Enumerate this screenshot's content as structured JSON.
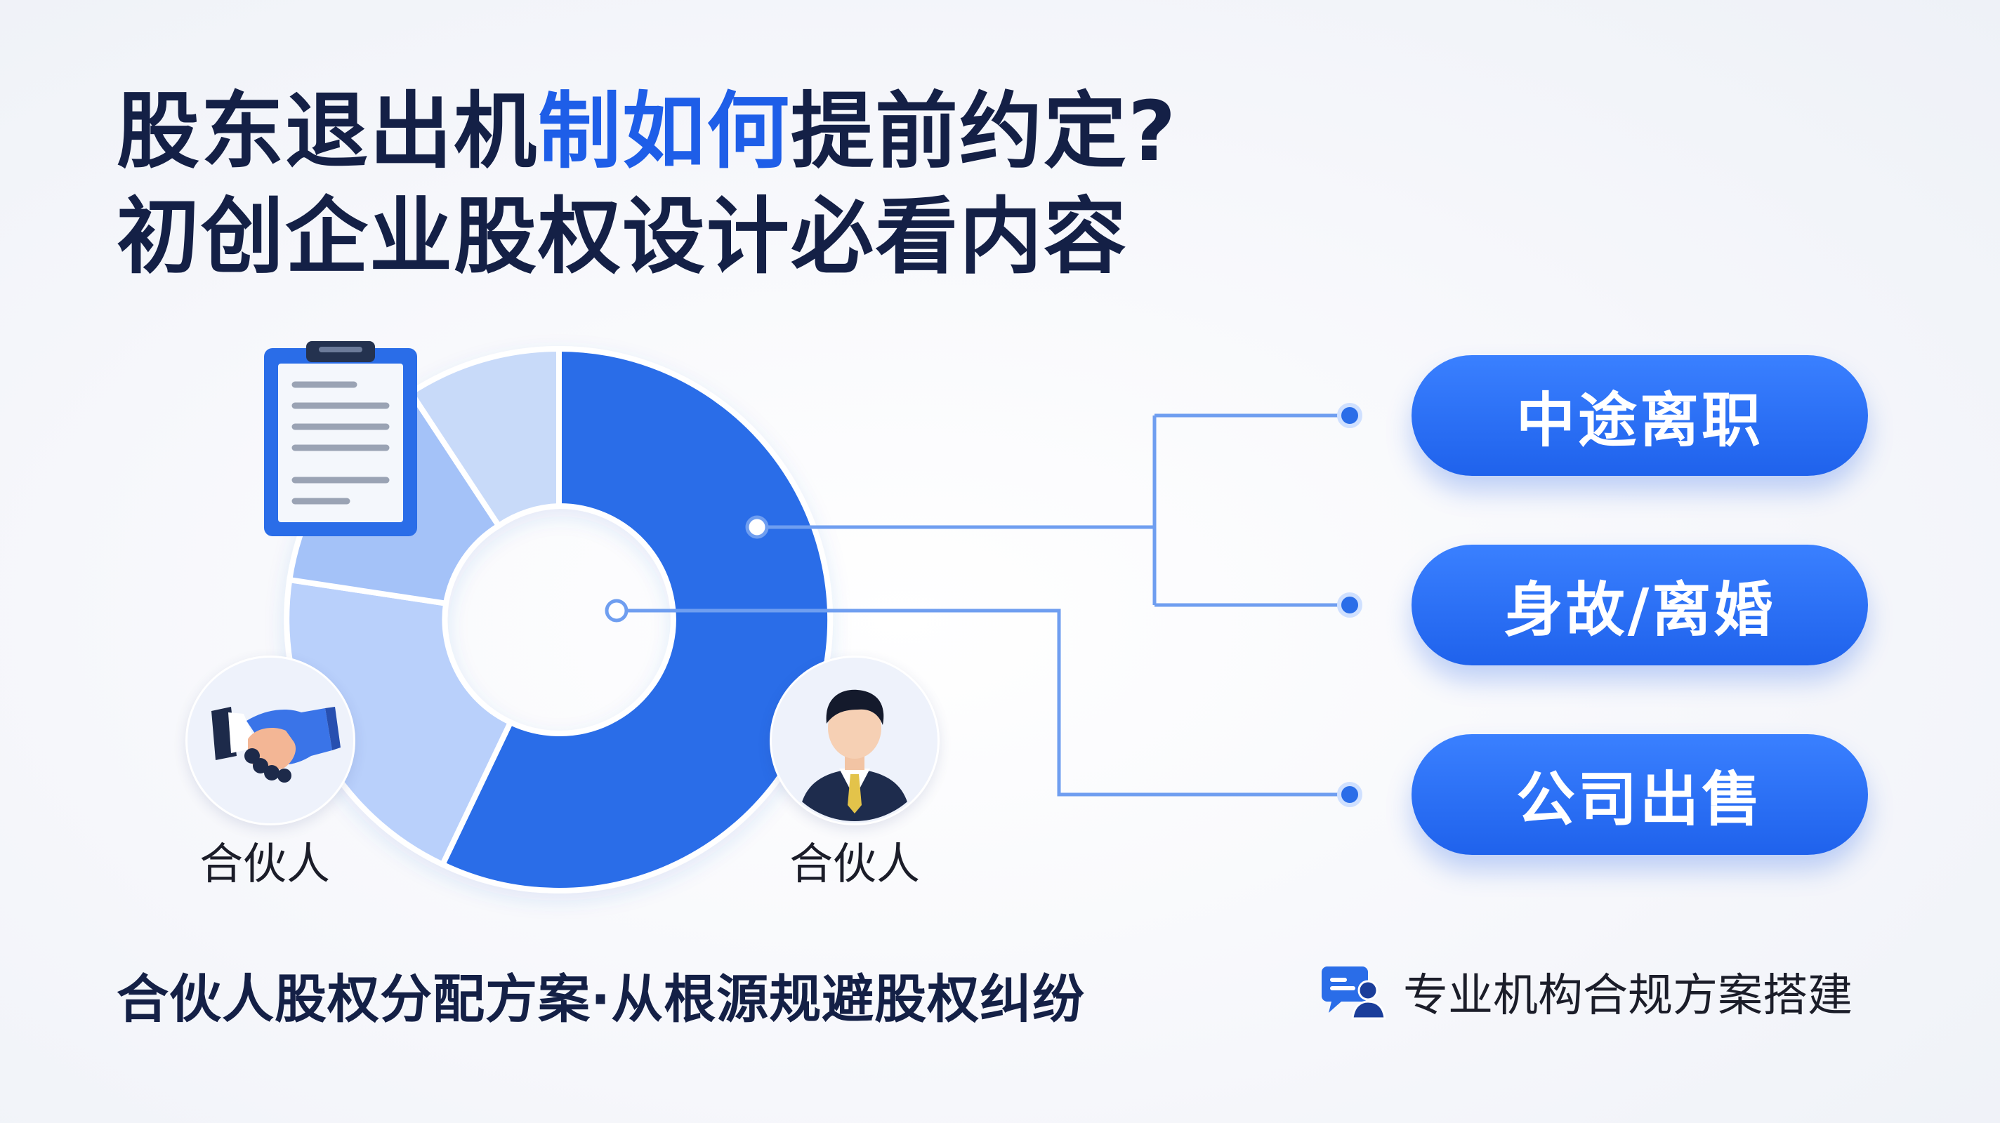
{
  "title": {
    "line1_a": "股东退出机",
    "line1_b": "制如何",
    "line1_c": "提前约定?",
    "line2": "初创企业股权设计必看内容"
  },
  "exit_scenarios": [
    "中途离职",
    "身故/离婚",
    "公司出售"
  ],
  "partners": {
    "left_label": "合伙人",
    "right_label": "合伙人"
  },
  "footer": {
    "left": "合伙人股权分配方案·从根源规避股权纠纷",
    "right": "专业机构合规方案搭建"
  },
  "icons": {
    "document": "clipboard-icon",
    "left_partner": "handshake-icon",
    "right_partner": "businessman-icon",
    "footer": "team-chat-icon"
  },
  "colors": {
    "title": "#142046",
    "title_highlight": "#1e5ee8",
    "primary_blue": "#2a6de8",
    "light_blue_1": "#b9d0fb",
    "light_blue_2": "#a4c2f8",
    "light_blue_3": "#c8daf9",
    "connector": "#6f9ef0"
  }
}
